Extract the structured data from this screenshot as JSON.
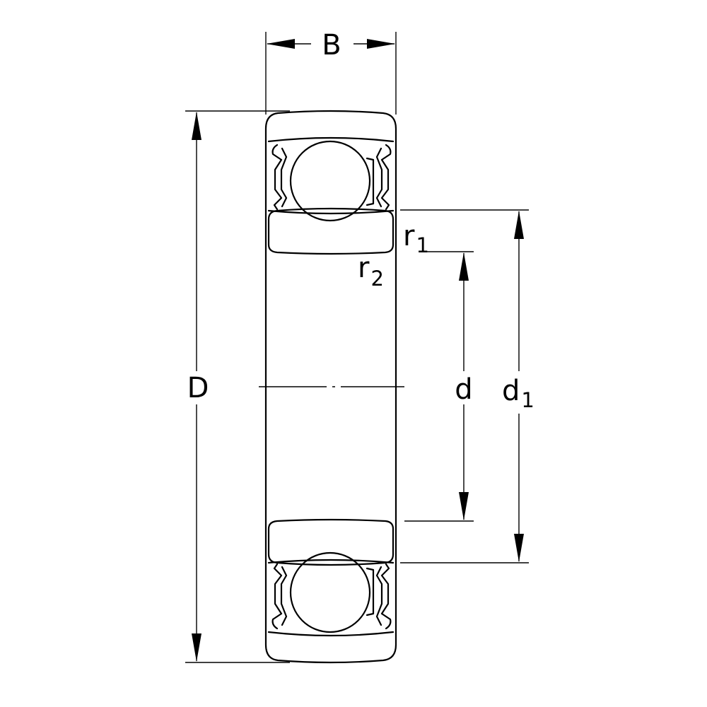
{
  "labels": {
    "B": "B",
    "D": "D",
    "d": "d",
    "d1_main": "d",
    "d1_sub": "1",
    "r1_main": "r",
    "r1_sub": "1",
    "r2_main": "r",
    "r2_sub": "2"
  },
  "colors": {
    "line": "#000000",
    "background": "#ffffff"
  }
}
